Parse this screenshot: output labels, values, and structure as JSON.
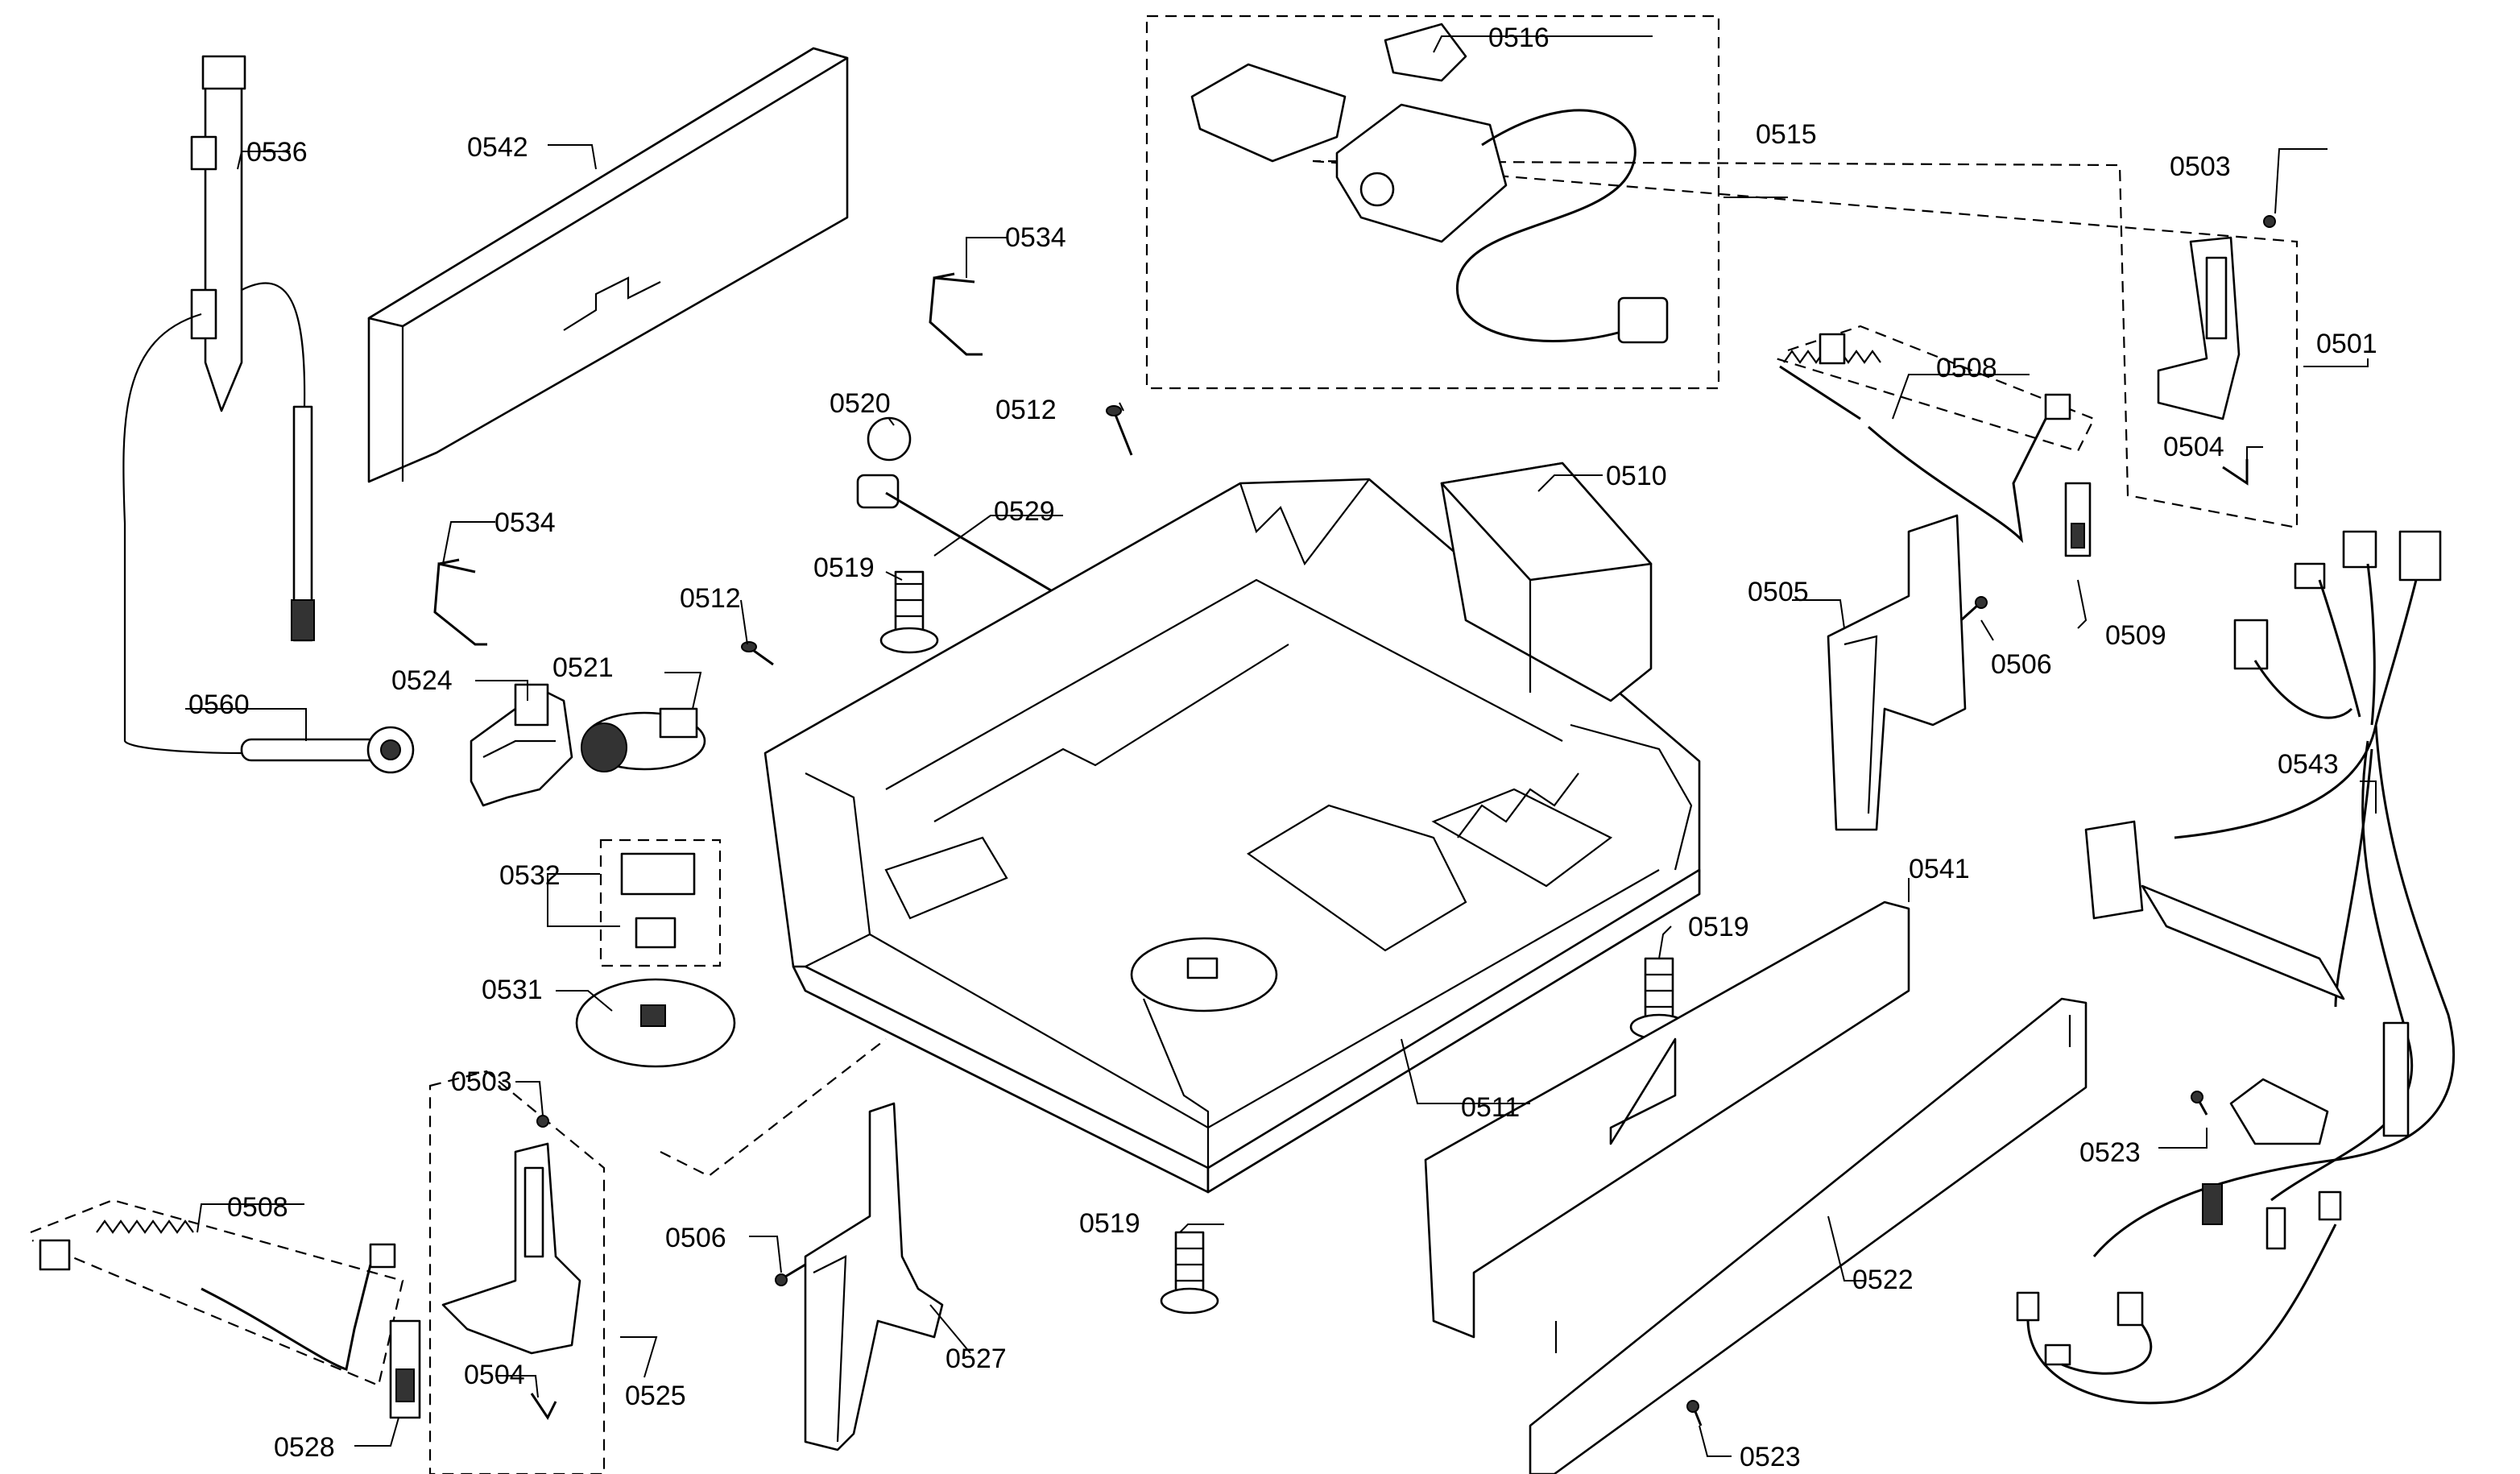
{
  "labels": {
    "p0501": "0501",
    "p0503a": "0503",
    "p0503b": "0503",
    "p0504a": "0504",
    "p0504b": "0504",
    "p0505": "0505",
    "p0506a": "0506",
    "p0506b": "0506",
    "p0508a": "0508",
    "p0508b": "0508",
    "p0509": "0509",
    "p0510": "0510",
    "p0511": "0511",
    "p0512a": "0512",
    "p0512b": "0512",
    "p0515": "0515",
    "p0516": "0516",
    "p0519a": "0519",
    "p0519b": "0519",
    "p0519c": "0519",
    "p0520": "0520",
    "p0521": "0521",
    "p0522": "0522",
    "p0523a": "0523",
    "p0523b": "0523",
    "p0524": "0524",
    "p0525": "0525",
    "p0527": "0527",
    "p0528": "0528",
    "p0529": "0529",
    "p0531": "0531",
    "p0532": "0532",
    "p0534a": "0534",
    "p0534b": "0534",
    "p0536": "0536",
    "p0541": "0541",
    "p0542": "0542",
    "p0543": "0543",
    "p0560": "0560"
  }
}
